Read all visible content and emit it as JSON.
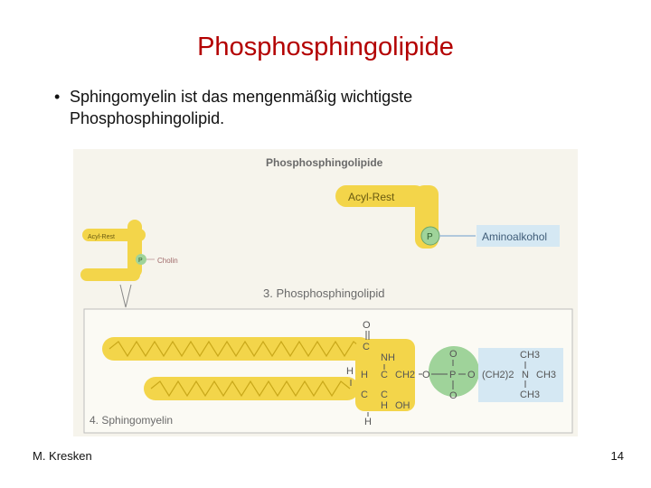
{
  "slide": {
    "title": "Phosphosphingolipide",
    "bullet": "Sphingomyelin ist das mengenmäßig wichtigste Phosphosphingolipid.",
    "author": "M. Kresken",
    "page_number": "14"
  },
  "figure": {
    "heading": "Phosphosphingolipide",
    "acyl_rest_large": "Acyl-Rest",
    "acyl_rest_small": "Acyl-Rest",
    "phosphate_large": "P",
    "phosphate_small": "P",
    "aminoalkohol": "Aminoalkohol",
    "cholin": "Cholin",
    "caption3": "3. Phosphosphingolipid",
    "caption4": "4. Sphingomyelin",
    "chem": {
      "O_top": "O",
      "C_top": "C",
      "NH": "NH",
      "H_left1": "H",
      "H_left2": "H",
      "C_mid": "C",
      "CH2_link": "CH2",
      "O1": "O",
      "P": "P",
      "O2": "O",
      "P_O_top": "O",
      "P_O_bottom": "O",
      "CH2_2": "(CH2)2",
      "N": "N",
      "CH3_top": "CH3",
      "CH3_right": "CH3",
      "CH3_bottom": "CH3",
      "C_low": "C",
      "C_low2": "C",
      "H_low": "H",
      "OH": "OH",
      "H_bottom": "H"
    }
  }
}
